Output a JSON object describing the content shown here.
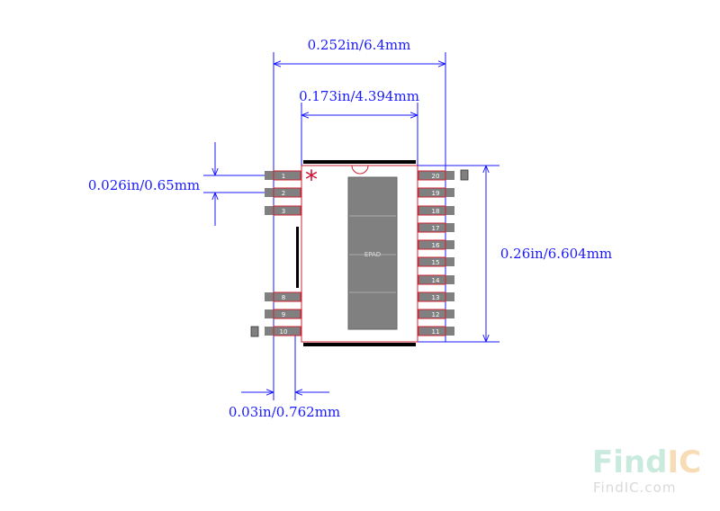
{
  "dimensions": {
    "overall_width": "0.252in/6.4mm",
    "body_width": "0.173in/4.394mm",
    "pitch": "0.026in/0.65mm",
    "height": "0.26in/6.604mm",
    "pad_width": "0.03in/0.762mm"
  },
  "pins": {
    "left": [
      "1",
      "2",
      "3",
      "8",
      "9",
      "10"
    ],
    "right": [
      "20",
      "19",
      "18",
      "17",
      "16",
      "15",
      "14",
      "13",
      "12",
      "11"
    ]
  },
  "epad_label": "EPAD",
  "pin1_marker": "*",
  "watermark": {
    "logo_find": "Find",
    "logo_ic": "IC",
    "url": "FindIC.com"
  },
  "colors": {
    "dimension": "#1a1aff",
    "outline": "#cc2233",
    "pad": "#808080",
    "marker": "#cc1133"
  }
}
